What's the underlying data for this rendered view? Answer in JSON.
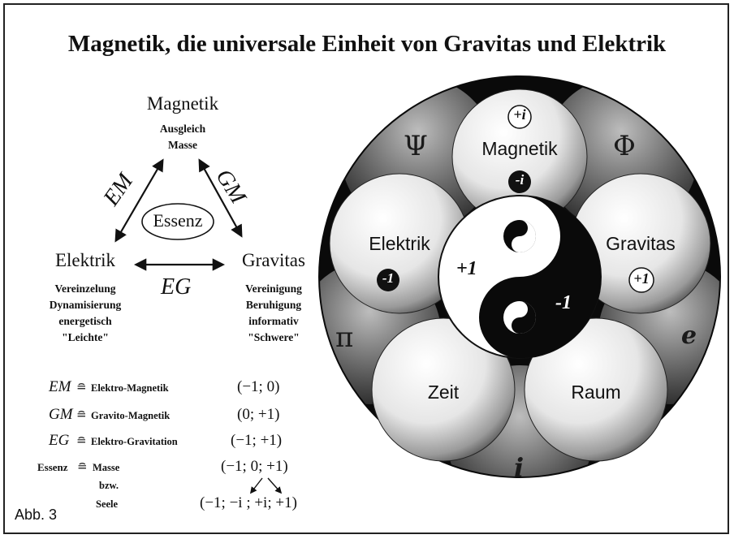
{
  "title": "Magnetik, die universale Einheit von Gravitas und Elektrik",
  "triangle": {
    "top": {
      "name": "Magnetik",
      "attributes": [
        "Ausgleich",
        "Masse"
      ]
    },
    "left": {
      "name": "Elektrik",
      "attributes": [
        "Vereinzelung",
        "Dynamisierung",
        "energetisch",
        "\"Leichte\""
      ]
    },
    "right": {
      "name": "Gravitas",
      "attributes": [
        "Vereinigung",
        "Beruhigung",
        "informativ",
        "\"Schwere\""
      ]
    },
    "center": "Essenz",
    "edges": {
      "em": "EM",
      "gm": "GM",
      "eg": "EG"
    }
  },
  "legend": {
    "equiv": "≘",
    "rows": [
      {
        "symbol": "EM",
        "definition": "Elektro-Magnetik",
        "value": "(−1; 0)"
      },
      {
        "symbol": "GM",
        "definition": "Gravito-Magnetik",
        "value": "(0; +1)"
      },
      {
        "symbol": "EG",
        "definition": "Elektro-Gravitation",
        "value": "(−1; +1)"
      }
    ],
    "essenz": {
      "symbol": "Essenz",
      "definition_lines": [
        "Masse",
        "bzw.",
        "Seele"
      ],
      "value": "(−1; 0; +1)",
      "expanded": "(−1; −i ;  +i; +1)"
    }
  },
  "figure_label": "Abb. 3",
  "circle": {
    "spheres": {
      "magnetik": "Magnetik",
      "elektrik": "Elektrik",
      "gravitas": "Gravitas",
      "zeit": "Zeit",
      "raum": "Raum"
    },
    "badges": {
      "plus_i": "+i",
      "minus_i": "-i",
      "minus_1": "-1",
      "plus_1": "+1"
    },
    "center": {
      "white_half": "+1",
      "black_half": "-1"
    },
    "back_symbols": {
      "psi": "Ψ",
      "phi": "Φ",
      "pi": "π",
      "e": "e",
      "i": "i"
    }
  }
}
